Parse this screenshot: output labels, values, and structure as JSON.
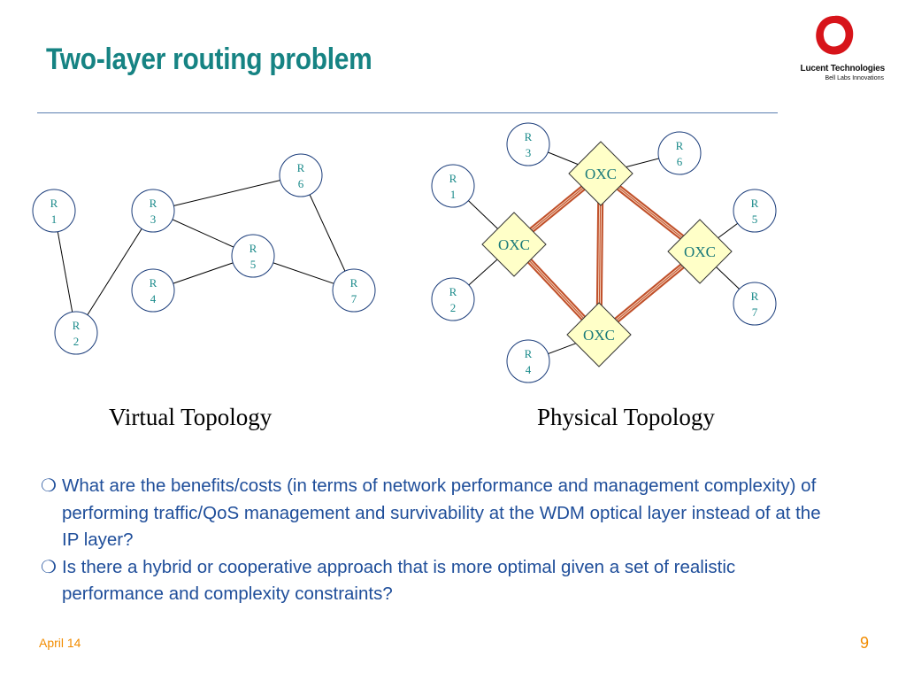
{
  "slide": {
    "title": "Two-layer routing problem",
    "date": "April 14",
    "page_number": "9"
  },
  "logo": {
    "name": "Lucent Technologies",
    "tagline": "Bell Labs Innovations",
    "ring_color": "#d7141a"
  },
  "virtual_topology": {
    "caption": "Virtual Topology",
    "nodes": [
      {
        "id": "R1",
        "line1": "R",
        "line2": "1"
      },
      {
        "id": "R2",
        "line1": "R",
        "line2": "2"
      },
      {
        "id": "R3",
        "line1": "R",
        "line2": "3"
      },
      {
        "id": "R4",
        "line1": "R",
        "line2": "4"
      },
      {
        "id": "R5",
        "line1": "R",
        "line2": "5"
      },
      {
        "id": "R6",
        "line1": "R",
        "line2": "6"
      },
      {
        "id": "R7",
        "line1": "R",
        "line2": "7"
      }
    ],
    "edges": [
      [
        "R1",
        "R2"
      ],
      [
        "R2",
        "R3"
      ],
      [
        "R3",
        "R6"
      ],
      [
        "R3",
        "R5"
      ],
      [
        "R4",
        "R5"
      ],
      [
        "R5",
        "R7"
      ],
      [
        "R6",
        "R7"
      ]
    ]
  },
  "physical_topology": {
    "caption": "Physical Topology",
    "routers": [
      {
        "id": "R1",
        "line1": "R",
        "line2": "1"
      },
      {
        "id": "R2",
        "line1": "R",
        "line2": "2"
      },
      {
        "id": "R3",
        "line1": "R",
        "line2": "3"
      },
      {
        "id": "R4",
        "line1": "R",
        "line2": "4"
      },
      {
        "id": "R5",
        "line1": "R",
        "line2": "5"
      },
      {
        "id": "R6",
        "line1": "R",
        "line2": "6"
      },
      {
        "id": "R7",
        "line1": "R",
        "line2": "7"
      }
    ],
    "oxc_label": "OXC",
    "oxcs": [
      "OXC-top",
      "OXC-left",
      "OXC-right",
      "OXC-bottom"
    ],
    "access_links": [
      [
        "R1",
        "OXC-left"
      ],
      [
        "R2",
        "OXC-left"
      ],
      [
        "R3",
        "OXC-top"
      ],
      [
        "R6",
        "OXC-top"
      ],
      [
        "R5",
        "OXC-right"
      ],
      [
        "R7",
        "OXC-right"
      ],
      [
        "R4",
        "OXC-bottom"
      ]
    ],
    "fiber_links": [
      [
        "OXC-top",
        "OXC-left"
      ],
      [
        "OXC-top",
        "OXC-right"
      ],
      [
        "OXC-top",
        "OXC-bottom"
      ],
      [
        "OXC-left",
        "OXC-bottom"
      ],
      [
        "OXC-right",
        "OXC-bottom"
      ]
    ],
    "fiber_color": "#c0502a",
    "oxc_fill": "#ffffc8"
  },
  "bullets": [
    "What are the benefits/costs (in terms of network performance and management complexity) of performing traffic/QoS management and survivability at the WDM optical layer instead of at the IP layer?",
    "Is there a hybrid or cooperative approach that is more optimal given a set of realistic performance and complexity constraints?"
  ],
  "colors": {
    "title": "#168383",
    "bullet_text": "#1f4e9a",
    "footer": "#f28c00",
    "node_fill": "#ffffff",
    "node_text": "#1a8a8a"
  }
}
